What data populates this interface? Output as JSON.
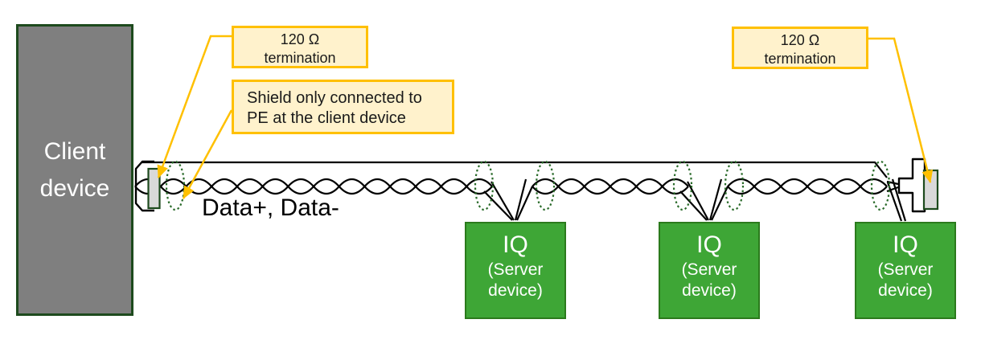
{
  "client": {
    "label": "Client device"
  },
  "bus_label": "Data+, Data-",
  "callouts": {
    "termination_left": {
      "line1": "120 Ω",
      "line2": "termination"
    },
    "shield_note": {
      "line1": "Shield only connected to",
      "line2": "PE at the client device"
    },
    "termination_right": {
      "line1": "120 Ω",
      "line2": "termination"
    }
  },
  "servers": [
    {
      "title": "IQ",
      "subtitle": "(Server device)"
    },
    {
      "title": "IQ",
      "subtitle": "(Server device)"
    },
    {
      "title": "IQ",
      "subtitle": "(Server device)"
    }
  ],
  "theme": {
    "accent": "#FFC000",
    "callout-fill": "#FFF2CC",
    "client-fill": "#7F7F7F",
    "deep-green": "#1D4A1D",
    "iq-fill": "#3EA636",
    "iq-border": "#2B7A1C",
    "resistor-fill": "#D9D9D9",
    "ellipse-green": "#2A6B2A",
    "wire": "#000000",
    "text-dark": "#1A1A1A",
    "white": "#FFFFFF"
  }
}
